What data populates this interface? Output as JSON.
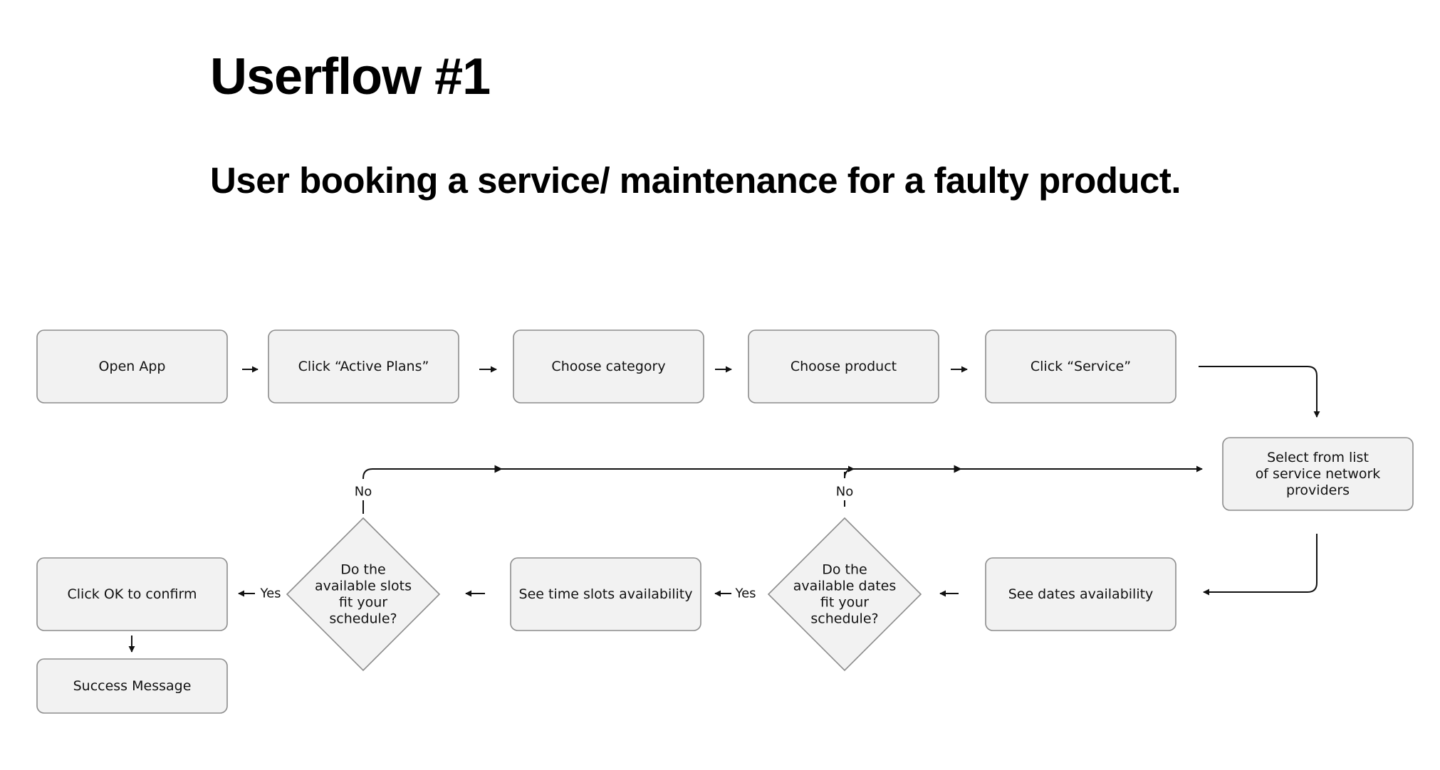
{
  "page": {
    "title": "Userflow #1",
    "subtitle": "User booking a service/ maintenance for a faulty product."
  },
  "colors": {
    "node_fill": "#f2f2f2",
    "node_stroke": "#8c8c8c",
    "line": "#111111"
  },
  "diagram": {
    "nodes": [
      {
        "id": "open-app",
        "shape": "process",
        "lines": [
          "Open App"
        ]
      },
      {
        "id": "click-active-plans",
        "shape": "process",
        "lines": [
          "Click “Active Plans”"
        ]
      },
      {
        "id": "choose-category",
        "shape": "process",
        "lines": [
          "Choose category"
        ]
      },
      {
        "id": "choose-product",
        "shape": "process",
        "lines": [
          "Choose product"
        ]
      },
      {
        "id": "click-service",
        "shape": "process",
        "lines": [
          "Click “Service”"
        ]
      },
      {
        "id": "select-provider",
        "shape": "process",
        "lines": [
          "Select from list",
          "of service network",
          "providers"
        ]
      },
      {
        "id": "see-dates",
        "shape": "process",
        "lines": [
          "See dates availability"
        ]
      },
      {
        "id": "dates-decision",
        "shape": "decision",
        "lines": [
          "Do the",
          "available dates",
          "fit your",
          "schedule?"
        ]
      },
      {
        "id": "see-time-slots",
        "shape": "process",
        "lines": [
          "See time slots availability"
        ]
      },
      {
        "id": "slots-decision",
        "shape": "decision",
        "lines": [
          "Do the",
          "available slots",
          "fit your",
          "schedule?"
        ]
      },
      {
        "id": "click-ok",
        "shape": "process",
        "lines": [
          "Click OK to confirm"
        ]
      },
      {
        "id": "success",
        "shape": "process",
        "lines": [
          "Success Message"
        ]
      }
    ],
    "edges": [
      {
        "from": "open-app",
        "to": "click-active-plans",
        "label": ""
      },
      {
        "from": "click-active-plans",
        "to": "choose-category",
        "label": ""
      },
      {
        "from": "choose-category",
        "to": "choose-product",
        "label": ""
      },
      {
        "from": "choose-product",
        "to": "click-service",
        "label": ""
      },
      {
        "from": "click-service",
        "to": "select-provider",
        "label": ""
      },
      {
        "from": "select-provider",
        "to": "see-dates",
        "label": ""
      },
      {
        "from": "see-dates",
        "to": "dates-decision",
        "label": ""
      },
      {
        "from": "dates-decision",
        "to": "see-time-slots",
        "label": "Yes"
      },
      {
        "from": "dates-decision",
        "to": "select-provider",
        "label": "No"
      },
      {
        "from": "see-time-slots",
        "to": "slots-decision",
        "label": ""
      },
      {
        "from": "slots-decision",
        "to": "click-ok",
        "label": "Yes"
      },
      {
        "from": "slots-decision",
        "to": "select-provider",
        "label": "No"
      },
      {
        "from": "click-ok",
        "to": "success",
        "label": ""
      }
    ]
  }
}
